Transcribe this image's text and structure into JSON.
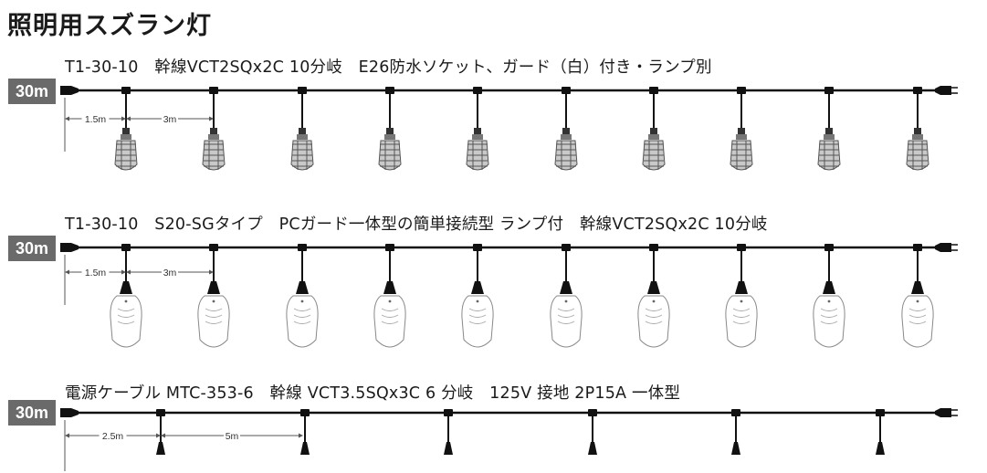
{
  "title": "照明用スズラン灯",
  "sections": [
    {
      "heading": "T1-30-10　幹線VCT2SQx2C  10分岐　E26防水ソケット、ガード（白）付き・ランプ別",
      "length_badge": "30m",
      "dim_first": "1.5m",
      "dim_spacing": "3m",
      "branch_count": 10,
      "lamp": "cage-bulb"
    },
    {
      "heading": "T1-30-10　S20-SGタイプ　PCガード一体型の簡単接続型  ランプ付　幹線VCT2SQx2C  10分岐",
      "length_badge": "30m",
      "dim_first": "1.5m",
      "dim_spacing": "3m",
      "branch_count": 10,
      "lamp": "pc-guard-bulb"
    },
    {
      "heading": "電源ケーブル MTC-353-6　幹線 VCT3.5SQx3C  6 分岐　125V 接地 2P15A 一体型",
      "length_badge": "30m",
      "dim_first": "2.5m",
      "dim_spacing": "5m",
      "branch_count": 6,
      "lamp": "plug"
    }
  ]
}
